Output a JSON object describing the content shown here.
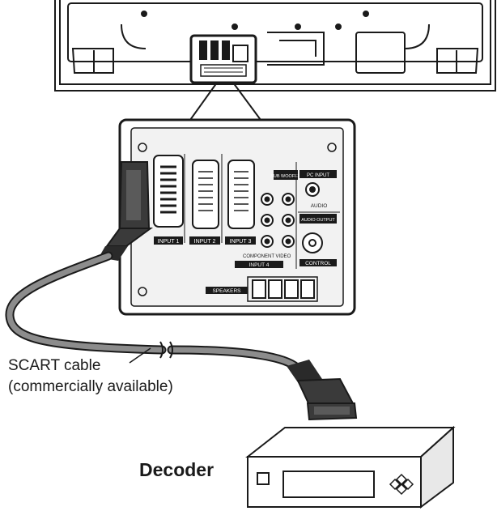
{
  "labels": {
    "cable_line1": "SCART cable",
    "cable_line2": "(commercially available)",
    "device": "Decoder"
  },
  "panel_labels": {
    "input1": "INPUT 1",
    "input2": "INPUT 2",
    "input3": "INPUT 3",
    "subwoofer": "SUB WOOFER",
    "pc_input": "PC INPUT",
    "audio": "AUDIO",
    "audio_output": "AUDIO OUTPUT",
    "component_video": "COMPONENT VIDEO",
    "control": "CONTROL",
    "speakers": "SPEAKERS",
    "input4": "INPUT 4"
  },
  "colors": {
    "line": "#1a1a1a",
    "panel_fill": "#f2f2f2",
    "cable_gray": "#8c8c8c",
    "plug_dark": "#3a3a3a"
  }
}
